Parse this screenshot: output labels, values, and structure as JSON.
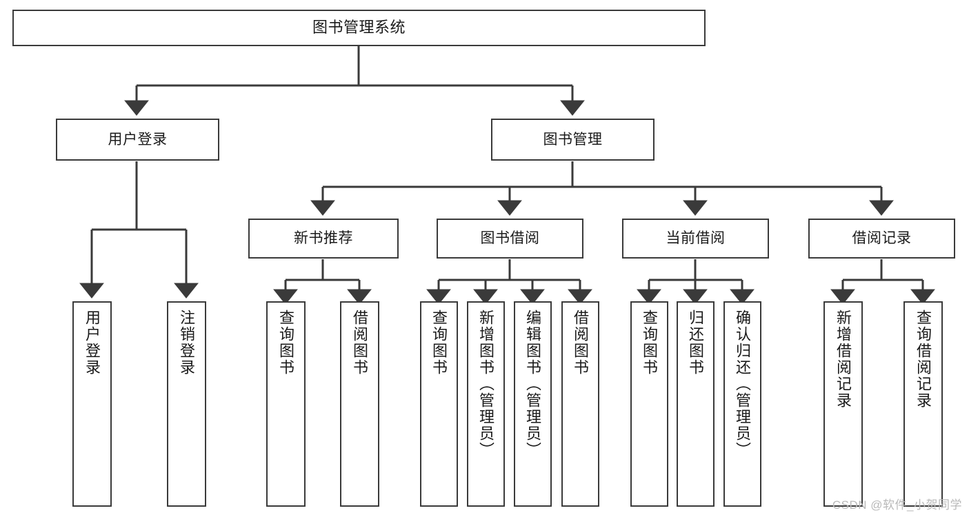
{
  "diagram": {
    "title": "图书管理系统",
    "type": "hierarchy-tree",
    "watermark": "CSDN @软件_小贺同学",
    "colors": {
      "stroke": "#3a3a3a",
      "fill": "#ffffff",
      "text": "#1a1a1a",
      "watermark": "#b9b9b9"
    },
    "levels": {
      "level1": [
        "图书管理系统"
      ],
      "level2": [
        "用户登录",
        "图书管理"
      ],
      "level3": [
        "新书推荐",
        "图书借阅",
        "当前借阅",
        "借阅记录"
      ],
      "level4": [
        "用户登录",
        "注销登录",
        "查询图书",
        "借阅图书",
        "查询图书",
        "新增图书（管理员）",
        "编辑图书（管理员）",
        "借阅图书",
        "查询图书",
        "归还图书",
        "确认归还（管理员）",
        "新增借阅记录",
        "查询借阅记录"
      ]
    },
    "nodes": {
      "root": {
        "label": "图书管理系统"
      },
      "user_login": {
        "label": "用户登录"
      },
      "book_manage": {
        "label": "图书管理"
      },
      "new_book_rec": {
        "label": "新书推荐"
      },
      "book_borrow": {
        "label": "图书借阅"
      },
      "current_borrow": {
        "label": "当前借阅"
      },
      "borrow_record": {
        "label": "借阅记录"
      },
      "leaf_user_login": {
        "label": "用户登录"
      },
      "leaf_logout": {
        "label": "注销登录"
      },
      "leaf_query_book_1": {
        "label": "查询图书"
      },
      "leaf_borrow_book_1": {
        "label": "借阅图书"
      },
      "leaf_query_book_2": {
        "label": "查询图书"
      },
      "leaf_add_book": {
        "label": "新增图书（管理员）"
      },
      "leaf_edit_book": {
        "label": "编辑图书（管理员）"
      },
      "leaf_borrow_book_2": {
        "label": "借阅图书"
      },
      "leaf_query_book_3": {
        "label": "查询图书"
      },
      "leaf_return_book": {
        "label": "归还图书"
      },
      "leaf_confirm_return": {
        "label": "确认归还（管理员）"
      },
      "leaf_add_record": {
        "label": "新增借阅记录"
      },
      "leaf_query_record": {
        "label": "查询借阅记录"
      }
    }
  }
}
